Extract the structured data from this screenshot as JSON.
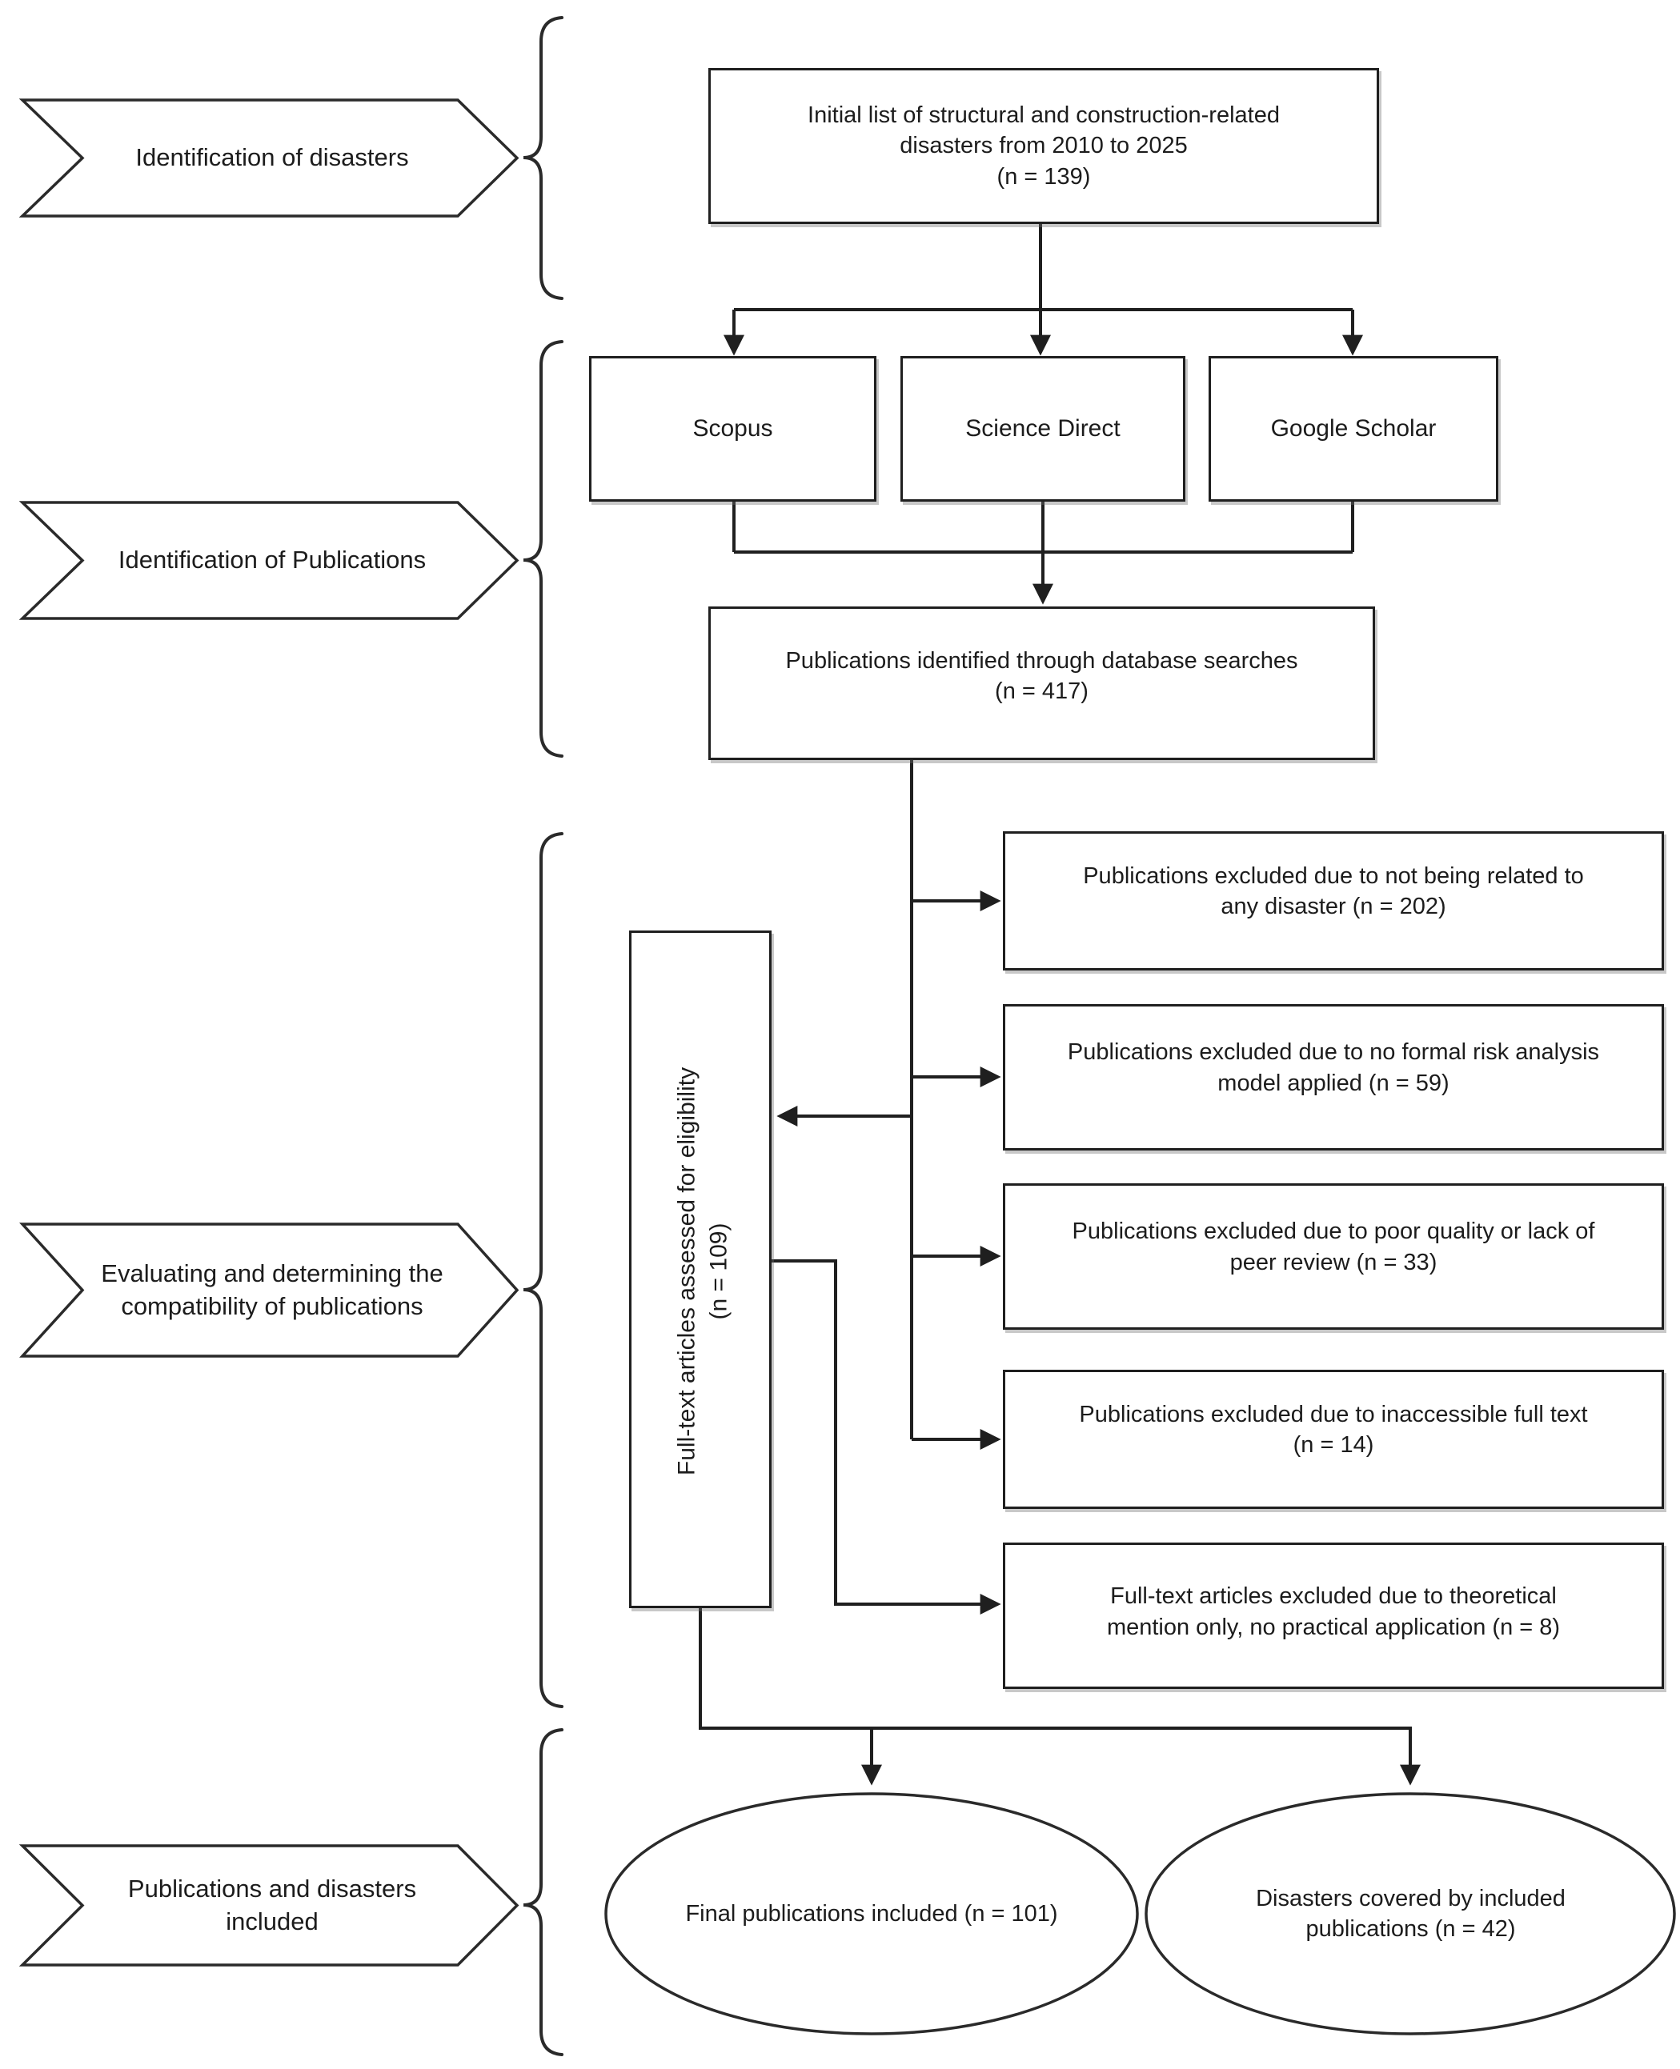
{
  "figure": {
    "background": "#ffffff",
    "line_color": "#222222",
    "type": "flow-diagram"
  },
  "banners": {
    "identification_disasters": {
      "lines": [
        "Identification of disasters"
      ]
    },
    "identification_publications": {
      "lines": [
        "Identification of Publications"
      ]
    },
    "evaluating": {
      "lines": [
        "Evaluating and determining the",
        "compatibility of publications"
      ]
    },
    "included": {
      "lines": [
        "Publications and disasters",
        "included"
      ]
    }
  },
  "boxes": {
    "initial_list": {
      "lines": [
        "Initial list of structural and construction-related",
        "disasters from 2010 to 2025",
        "(n = 139)"
      ]
    },
    "databases": [
      {
        "label": "Scopus"
      },
      {
        "label": "Science Direct"
      },
      {
        "label": "Google Scholar"
      }
    ],
    "identified": {
      "lines": [
        "Publications identified through database searches",
        "(n = 417)"
      ]
    },
    "eligibility": {
      "lines": [
        "Full-text articles assessed for eligibility",
        "(n = 109)"
      ]
    },
    "excluded": [
      {
        "lines": [
          "Publications excluded due to not being related to",
          "any disaster (n = 202)"
        ]
      },
      {
        "lines": [
          "Publications excluded due to no formal risk analysis",
          "model applied (n = 59)"
        ]
      },
      {
        "lines": [
          "Publications excluded due to poor quality or lack of",
          "peer review (n = 33)"
        ]
      },
      {
        "lines": [
          "Publications excluded due to inaccessible full text",
          "(n = 14)"
        ]
      },
      {
        "lines": [
          "Full-text articles excluded due to theoretical",
          "mention only, no practical application (n = 8)"
        ]
      }
    ]
  },
  "ellipses": {
    "final_publications": {
      "lines": [
        "Final publications included (n = 101)"
      ]
    },
    "disasters_covered": {
      "lines": [
        "Disasters covered by included",
        "publications (n = 42)"
      ]
    }
  }
}
